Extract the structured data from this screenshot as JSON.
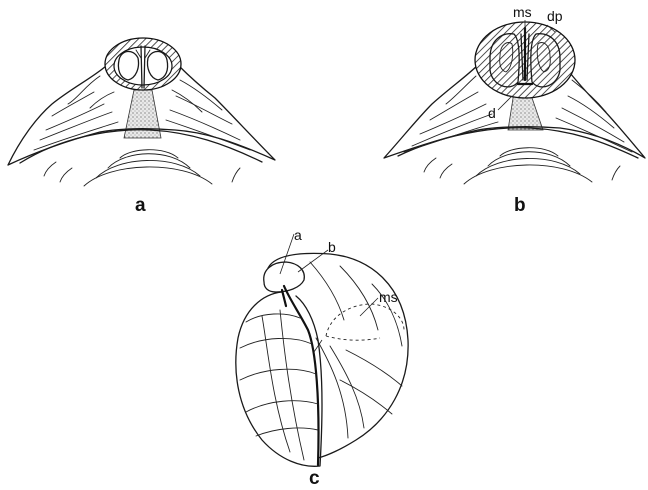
{
  "panels": {
    "a": {
      "label": "a"
    },
    "b": {
      "label": "b"
    },
    "c": {
      "label": "c"
    }
  },
  "annotations": {
    "ms": "ms",
    "dp": "dp",
    "d": "d",
    "a": "a",
    "b": "b"
  }
}
